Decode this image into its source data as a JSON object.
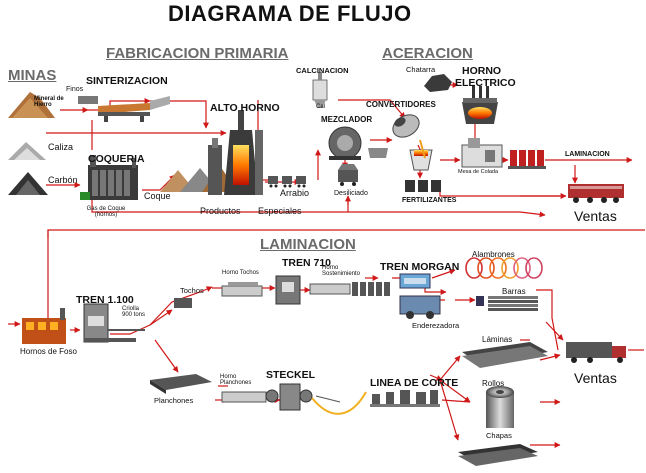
{
  "title": "DIAGRAMA DE FLUJO",
  "sections": {
    "fabricacion": "FABRICACION PRIMARIA",
    "aceracion": "ACERACION",
    "minas": "MINAS",
    "laminacion": "LAMINACION"
  },
  "top": {
    "sinterizacion": "SINTERIZACION",
    "finos": "Finos",
    "mineral": "Mineral de Hierro",
    "caliza": "Caliza",
    "carbon": "Carbón",
    "coqueria": "COQUERIA",
    "coque": "Coque",
    "gas_coque": "Gas de Coque (hornos)",
    "alto_horno": "ALTO HORNO",
    "arrabio": "Arrabio",
    "productos_1": "Productos",
    "productos_2": "Especiales",
    "calcinacion": "CALCINACION",
    "cal": "Cal",
    "mezclador": "MEZCLADOR",
    "desiliciado": "Desiliciado",
    "convertidores": "CONVERTIDORES",
    "chatarra": "Chatarra",
    "horno_electrico_1": "HORNO",
    "horno_electrico_2": "ELECTRICO",
    "fertilizantes": "FERTILIZANTES",
    "mesa_colada": "Mesa de Colada",
    "laminacion_arrow": "LAMINACION",
    "ventas": "Ventas"
  },
  "bottom": {
    "hornos_foso": "Hornos de Foso",
    "tren_1100": "TREN 1.100",
    "criolla": "Criolla 900 tons",
    "tochos": "Tochos",
    "horno_tochos": "Horno Tochos",
    "tren_710": "TREN 710",
    "horno_sostenimiento": "Horno Sostenimiento",
    "tren_morgan": "TREN MORGAN",
    "alambrones": "Alambrones",
    "barras": "Barras",
    "enderezadora": "Enderezadora",
    "laminas": "Láminas",
    "planchones": "Planchones",
    "horno_planchones": "Horno Planchones",
    "steckel": "STECKEL",
    "linea_corte": "LINEA DE CORTE",
    "rollos": "Rollos",
    "chapas": "Chapas",
    "ventas": "Ventas"
  },
  "colors": {
    "flow_arrow": "#d01818",
    "section_text": "#6b6b6b",
    "text": "#111111"
  },
  "icons": [
    "mineral-pile-icon",
    "caliza-pile-icon",
    "carbon-pile-icon",
    "sinter-machine-icon",
    "coke-oven-icon",
    "blast-furnace-icon",
    "calcination-kiln-icon",
    "mixer-icon",
    "converter-icon",
    "electric-furnace-icon",
    "ladle-icon",
    "caster-icon",
    "train-car-icon",
    "truck-icon",
    "soaking-pit-icon",
    "rolling-mill-icon",
    "wire-coil-icon",
    "bar-bundle-icon",
    "sheet-stack-icon",
    "steel-roll-icon"
  ]
}
